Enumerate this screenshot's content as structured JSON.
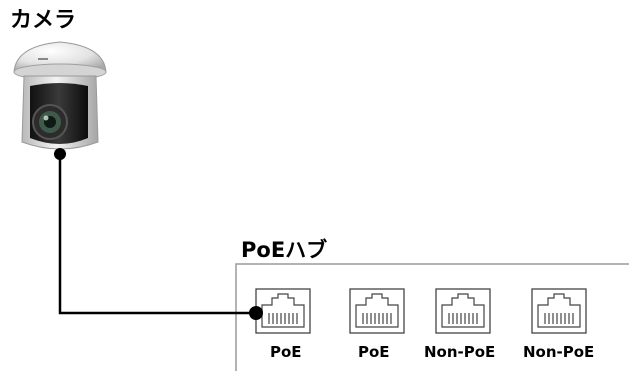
{
  "camera": {
    "label": "カメラ"
  },
  "hub": {
    "label": "PoEハブ"
  },
  "ports": [
    {
      "label": "PoE",
      "connected": true
    },
    {
      "label": "PoE",
      "connected": false
    },
    {
      "label": "Non-PoE",
      "connected": false
    },
    {
      "label": "Non-PoE",
      "connected": false
    }
  ],
  "colors": {
    "line": "#000000",
    "hub_border": "#9a9a9a",
    "port_stroke": "#444444"
  }
}
